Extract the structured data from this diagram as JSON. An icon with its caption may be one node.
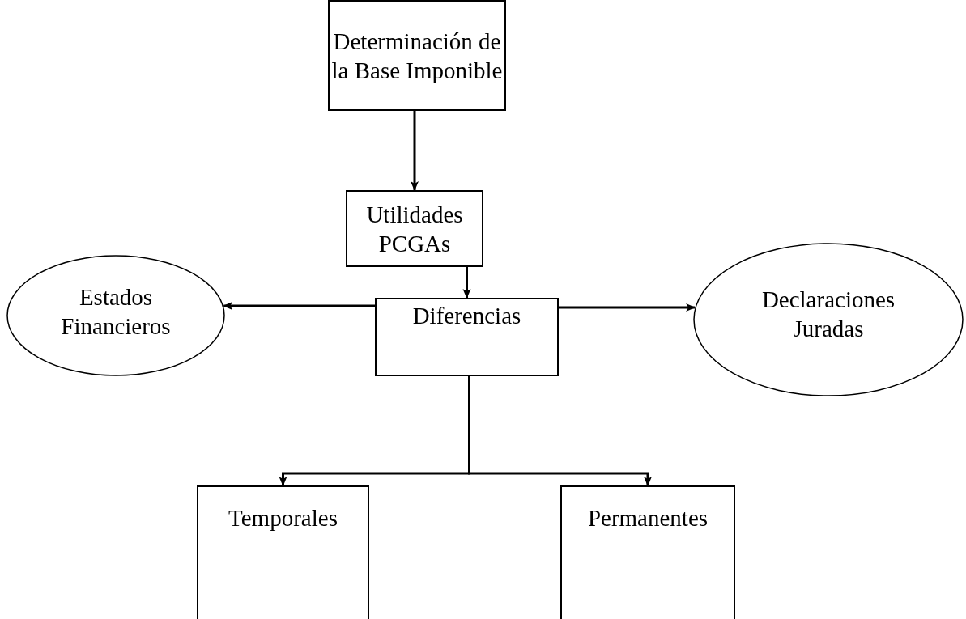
{
  "diagram": {
    "nodes": [
      {
        "text": [
          "Determinación de la Base Imponible"
        ]
      },
      {
        "text": [
          "Utilidades PCGAs"
        ]
      },
      {
        "text": [
          "Estados Financieros"
        ]
      },
      {
        "text": [
          "Diferencias"
        ]
      },
      {
        "text": [
          "Declaraciones Juradas"
        ]
      },
      {
        "text": [
          "Temporales"
        ]
      },
      {
        "text": [
          "Permanentes"
        ]
      }
    ],
    "edges": [
      {
        "from": 0,
        "to": 1,
        "arrow": "to"
      },
      {
        "from": 1,
        "to": 3,
        "arrow": "to"
      },
      {
        "from": 3,
        "to": 2,
        "arrow": "to"
      },
      {
        "from": 3,
        "to": 4,
        "arrow": "to"
      },
      {
        "from": 3,
        "to": 5,
        "arrow": "to"
      },
      {
        "from": 3,
        "to": 6,
        "arrow": "to"
      }
    ]
  }
}
